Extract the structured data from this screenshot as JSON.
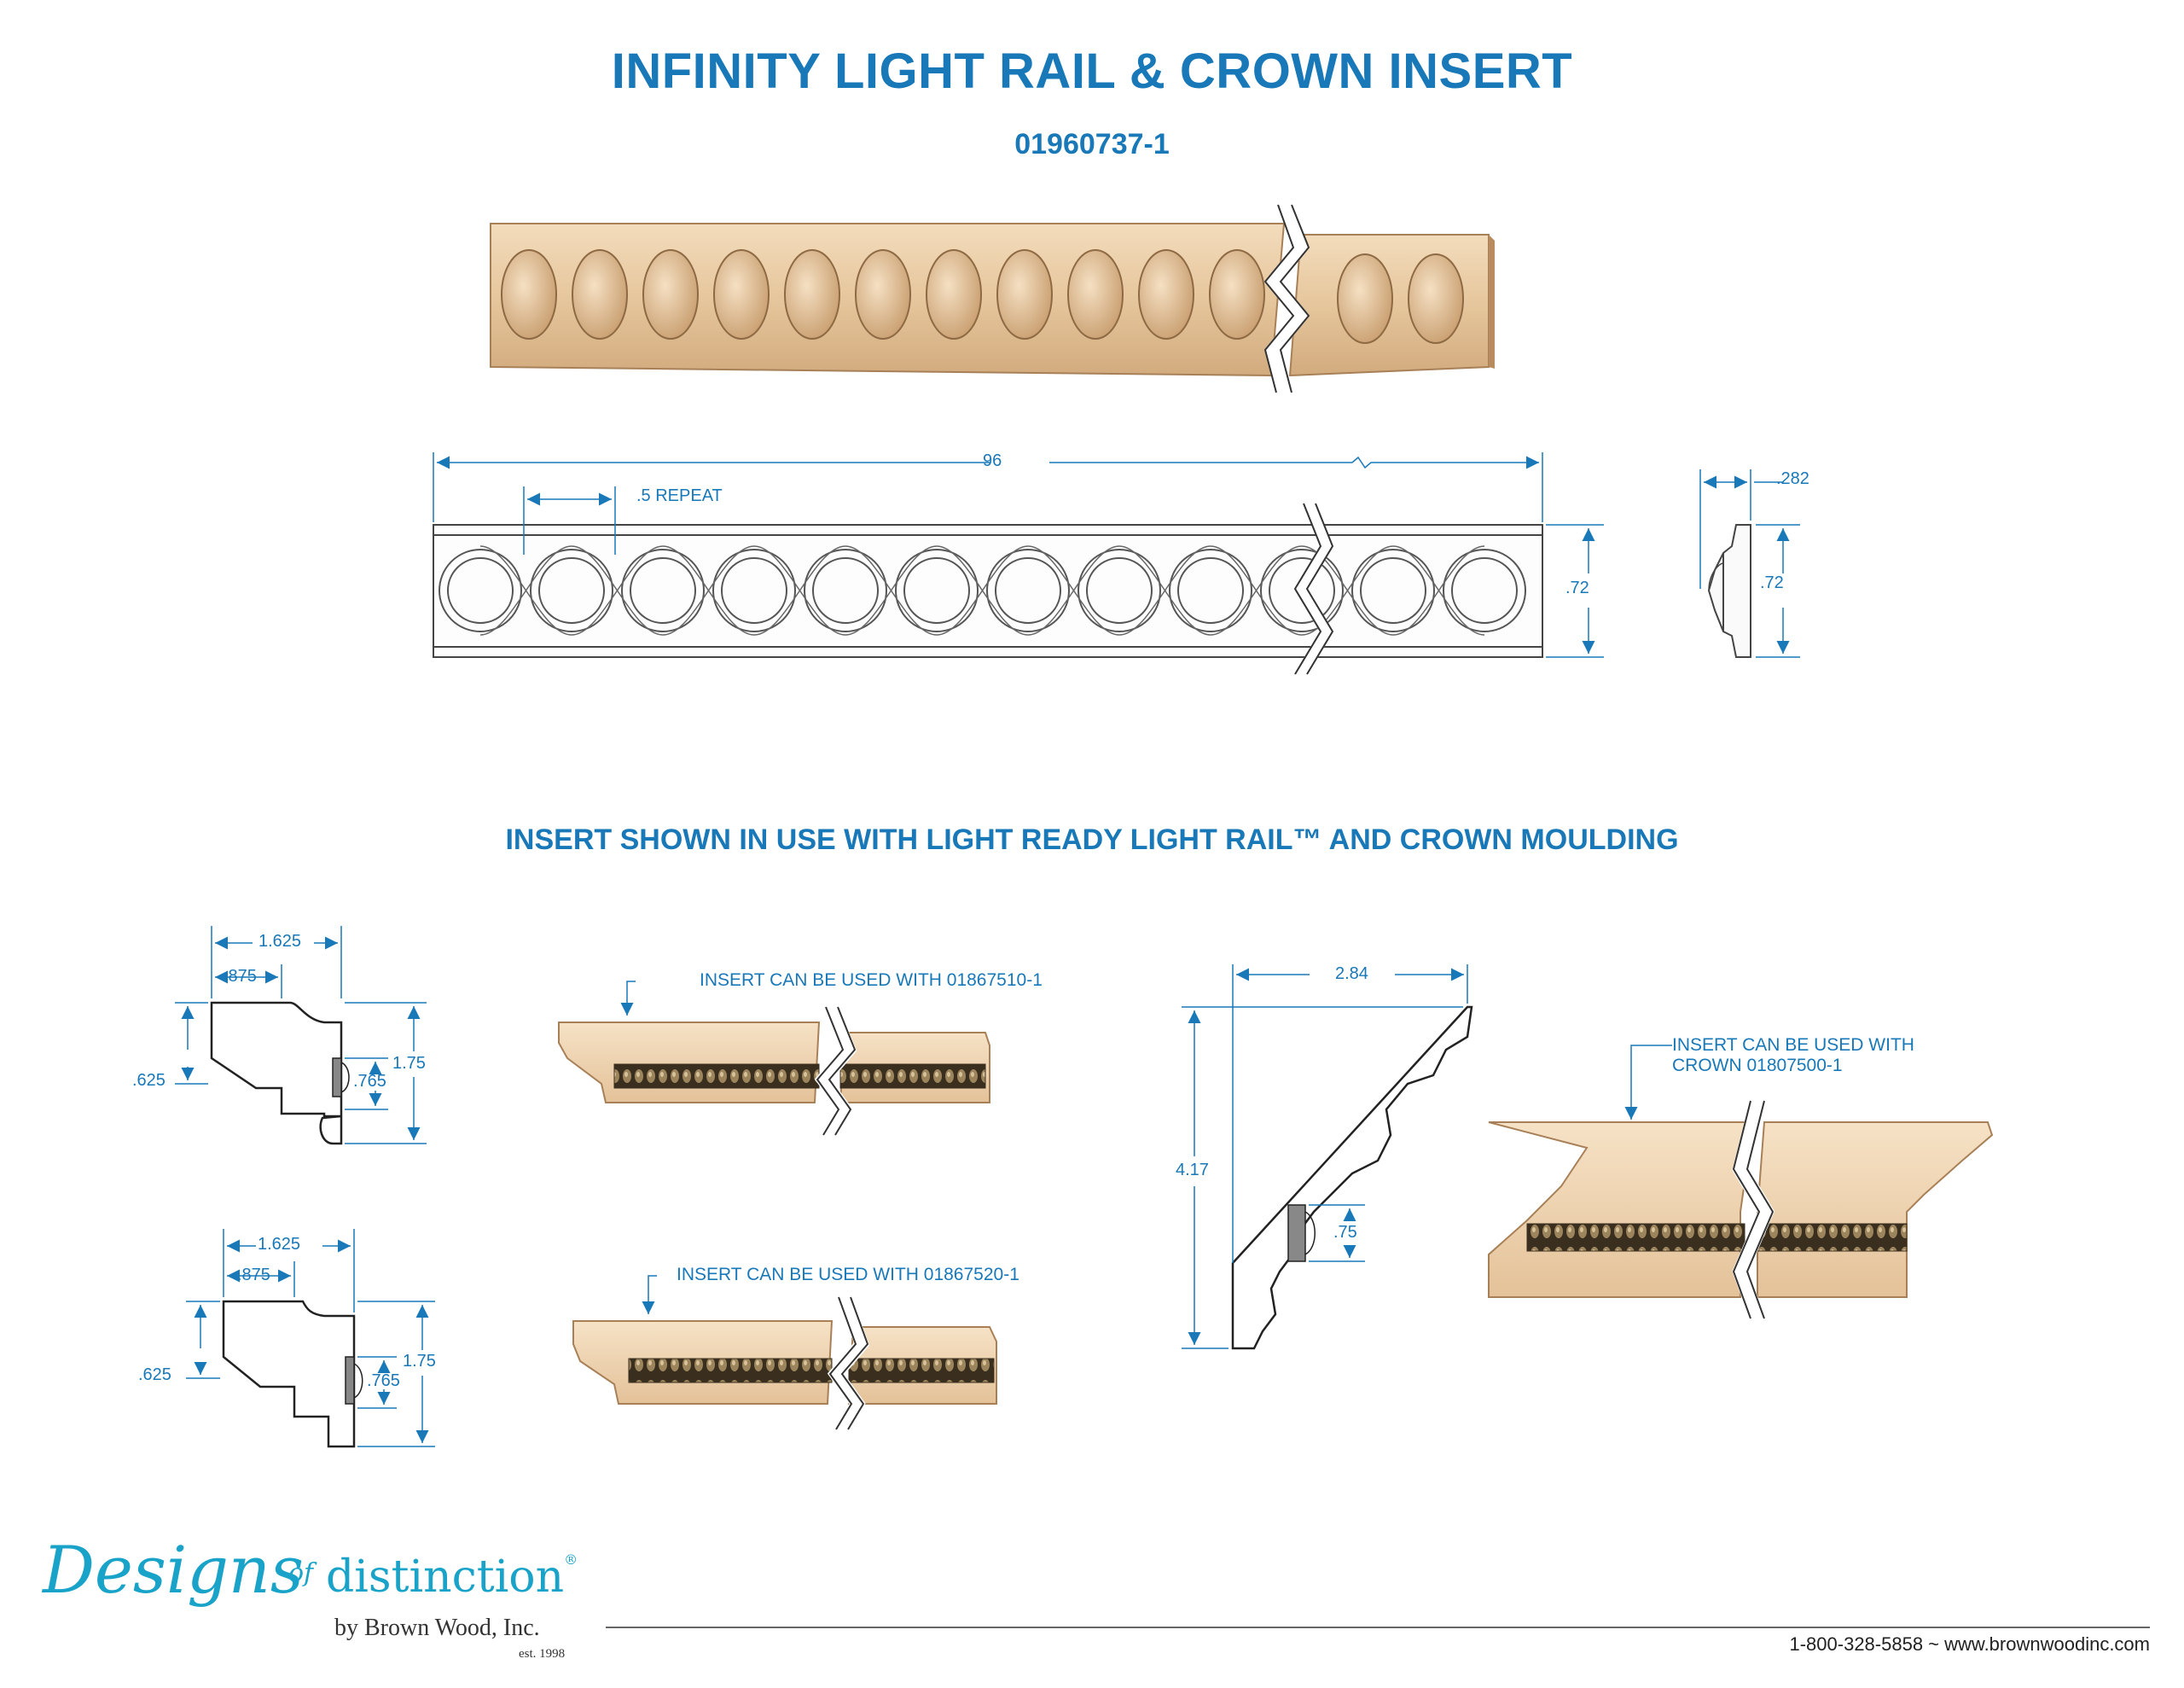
{
  "header": {
    "title": "INFINITY LIGHT RAIL & CROWN INSERT",
    "part_number": "01960737-1"
  },
  "insert_drawing": {
    "length": "96",
    "repeat": ".5 REPEAT",
    "height": ".72",
    "profile_depth": ".282",
    "profile_height": ".72"
  },
  "section_heading": "INSERT SHOWN IN USE WITH LIGHT READY LIGHT RAIL™ AND CROWN MOULDING",
  "light_rail_1": {
    "overall_width": "1.625",
    "insert_offset": ".875",
    "top_height": ".625",
    "insert_height": ".765",
    "overall_height": "1.75",
    "note": "INSERT CAN BE USED WITH 01867510-1"
  },
  "light_rail_2": {
    "overall_width": "1.625",
    "insert_offset": ".875",
    "top_height": ".625",
    "insert_height": ".765",
    "overall_height": "1.75",
    "note": "INSERT CAN BE USED WITH 01867520-1"
  },
  "crown": {
    "projection": "2.84",
    "height": "4.17",
    "insert_height": ".75",
    "note_line1": "INSERT CAN BE USED WITH",
    "note_line2": "CROWN 01807500-1"
  },
  "branding": {
    "script": "Designs",
    "of": "of",
    "distinction": "distinction",
    "registered": "®",
    "company": "by Brown Wood, Inc.",
    "established": "est. 1998",
    "contact": "1-800-328-5858 ~ www.brownwoodinc.com"
  },
  "colors": {
    "accent": "#1878b8",
    "wood": "#e8c8a0",
    "wood_dark": "#c9a072",
    "bead": "#6b5a3e",
    "logo": "#1aa3c8"
  }
}
